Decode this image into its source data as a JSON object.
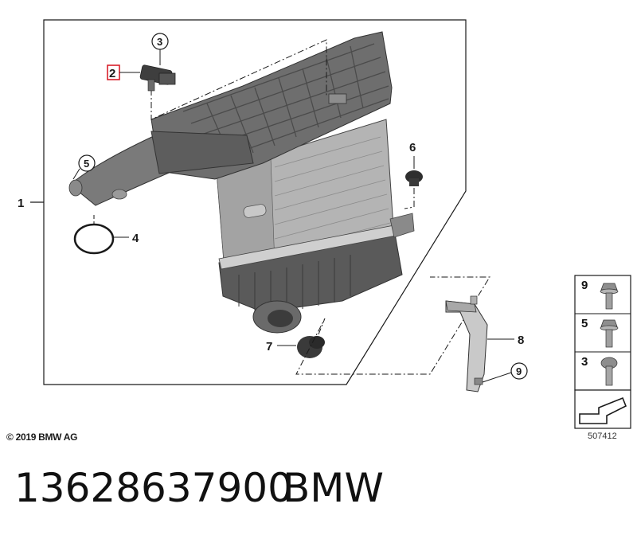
{
  "callouts": {
    "c1": "1",
    "c2": "2",
    "c3": "3",
    "c4": "4",
    "c5": "5",
    "c6": "6",
    "c7": "7",
    "c8": "8",
    "c9": "9"
  },
  "fastener_panel": {
    "items": [
      {
        "number": "9",
        "icon": "screw-with-washer-icon"
      },
      {
        "number": "5",
        "icon": "screw-with-washer-icon"
      },
      {
        "number": "3",
        "icon": "torx-screw-icon"
      }
    ],
    "footer_icon": "pointer-arrow-icon"
  },
  "copyright": "© 2019 BMW AG",
  "diagram_id": "507412",
  "part_number": "13628637900",
  "brand": "BMW",
  "colors": {
    "highlight": "#d9202b",
    "part_dark": "#4a4a4a",
    "part_mid": "#7d7d7d",
    "part_light": "#b5b5b5",
    "line": "#1a1a1a"
  }
}
